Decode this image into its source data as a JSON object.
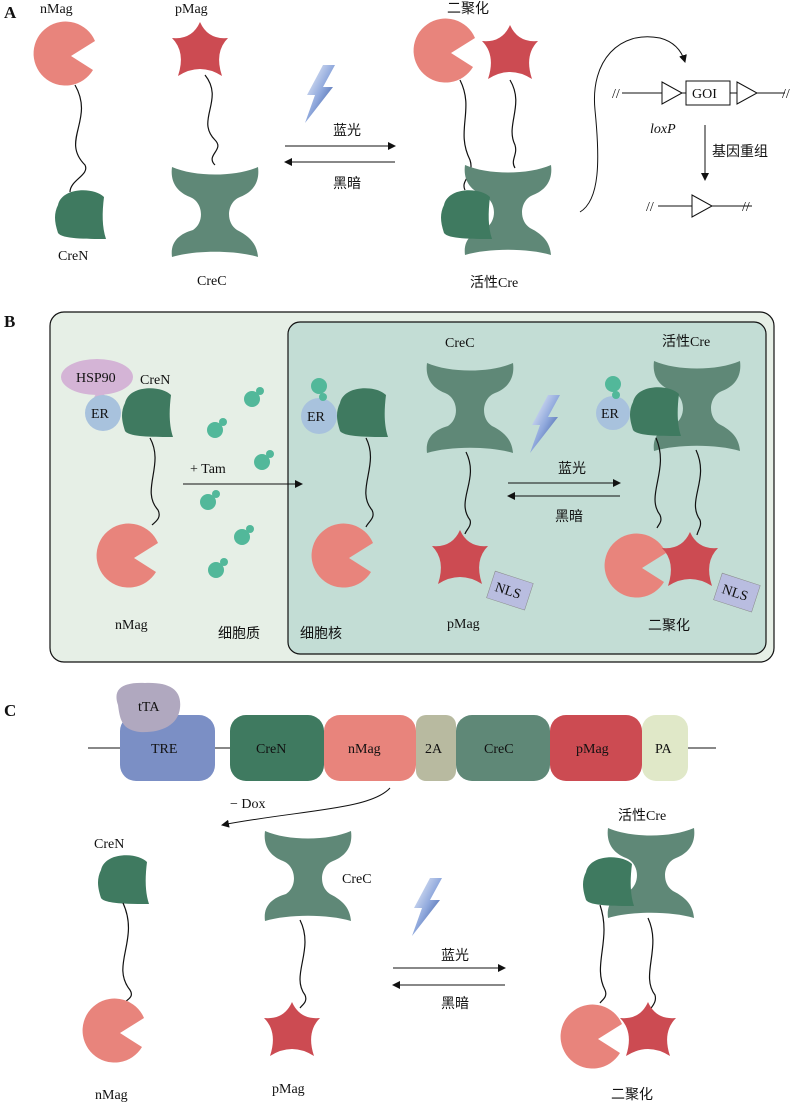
{
  "panels": {
    "a": "A",
    "b": "B",
    "c": "C"
  },
  "a": {
    "nmag": "nMag",
    "pmag": "pMag",
    "dimer": "二聚化",
    "cren": "CreN",
    "crec": "CreC",
    "active": "活性Cre",
    "blue": "蓝光",
    "dark": "黑暗",
    "goi": "GOI",
    "loxp": "loxP",
    "recomb": "基因重组"
  },
  "b": {
    "hsp90": "HSP90",
    "er": "ER",
    "cren": "CreN",
    "tam": "+ Tam",
    "nmag": "nMag",
    "cytoplasm": "细胞质",
    "nucleus": "细胞核",
    "crec": "CreC",
    "blue": "蓝光",
    "dark": "黑暗",
    "nls": "NLS",
    "pmag": "pMag",
    "active": "活性Cre",
    "dimer": "二聚化"
  },
  "c": {
    "tta": "tTA",
    "segments": [
      "TRE",
      "CreN",
      "nMag",
      "2A",
      "CreC",
      "pMag",
      "PA"
    ],
    "dox": "− Dox",
    "cren": "CreN",
    "crec": "CreC",
    "nmag": "nMag",
    "pmag": "pMag",
    "blue": "蓝光",
    "dark": "黑暗",
    "active": "活性Cre",
    "dimer": "二聚化"
  },
  "colors": {
    "nmag": "#e8847c",
    "pmag": "#cc4b52",
    "cren": "#3f7a60",
    "crec": "#5f8877",
    "er": "#a8c2dd",
    "hsp90": "#d4b4d6",
    "tam": "#52b89a",
    "cytoplasm": "#e6efe6",
    "nucleus": "#c3ddd5",
    "tre": "#7b8fc5",
    "twoa": "#b8baa0",
    "pa": "#e0e8c8",
    "tta": "#b0a8bf",
    "nls": "#b9bde0"
  },
  "icons": [
    "lightning-icon",
    "arrow-icon",
    "triangle-icon"
  ]
}
